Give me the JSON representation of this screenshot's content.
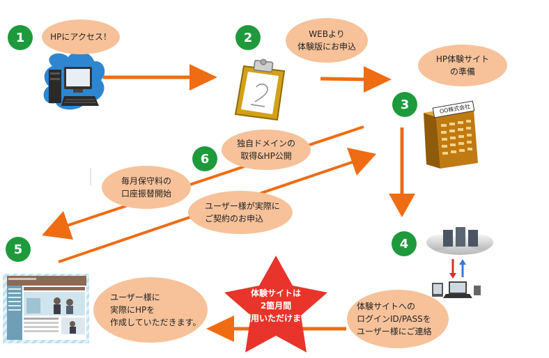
{
  "steps": [
    {
      "number": "1",
      "lines": [
        "HPにアクセス！"
      ]
    },
    {
      "number": "2",
      "lines": [
        "WEBより",
        "体験版にお申込"
      ]
    },
    {
      "number": "3",
      "lines": [
        "HP体験サイト",
        "の準備"
      ]
    },
    {
      "number": "4",
      "lines": [
        "体験サイトへの",
        "ログインID/PASSを",
        "ユーザー様にご連絡"
      ]
    },
    {
      "number": "5",
      "lines": [
        "ユーザー様に",
        "実際にHPを",
        "作成していただきます。"
      ]
    },
    {
      "number": "6",
      "lines": [
        "独自ドメインの",
        "取得&HP公開"
      ]
    }
  ],
  "contract_label": [
    "ユーザー様が実際に",
    "ご契約のお申込"
  ],
  "fee_label": [
    "毎月保守料の",
    "口座振替開始"
  ],
  "star_label": [
    "体験サイトは",
    "2箇月間",
    "ご利用いただけます！"
  ],
  "building_sign": "OO株式会社",
  "colors": {
    "arrow": "#ef6c12",
    "bubble": "#f7c29a",
    "badge": "#1e9a3c",
    "star": "#e8342a"
  }
}
